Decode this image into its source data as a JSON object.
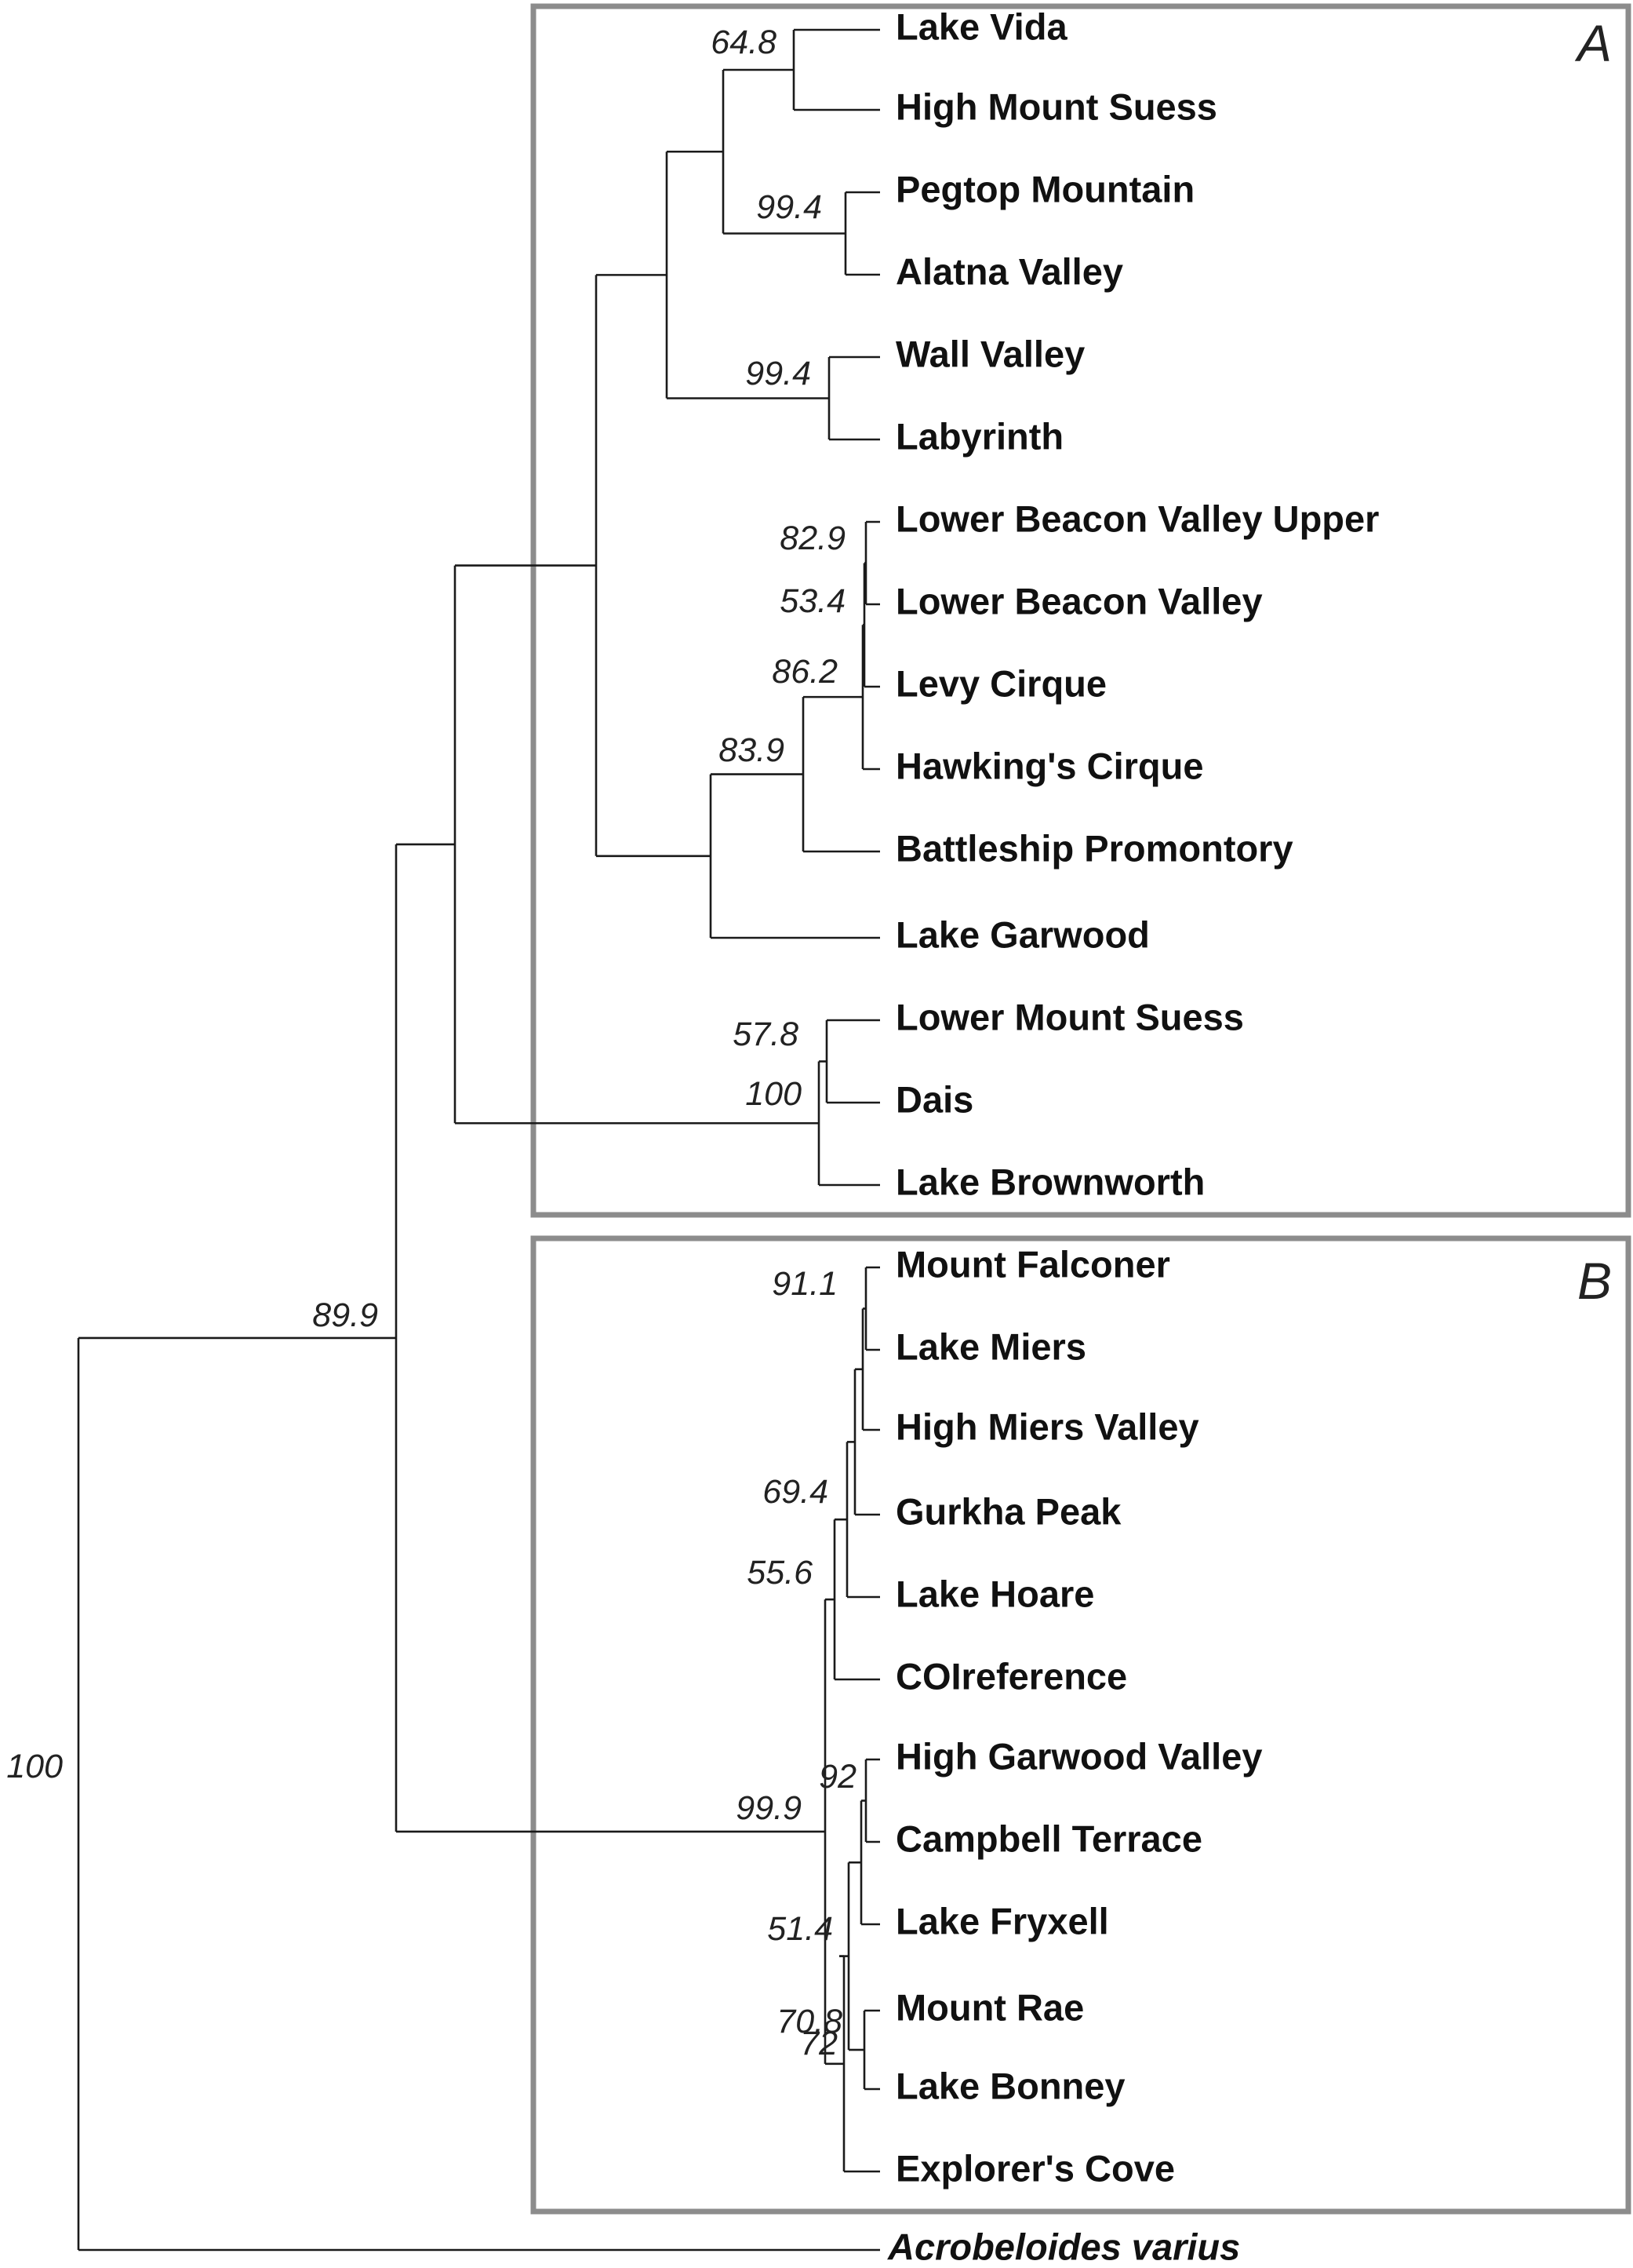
{
  "clades": [
    {
      "label": "A"
    },
    {
      "label": "B"
    }
  ],
  "taxa": [
    "Lake Vida",
    "High Mount Suess",
    "Pegtop Mountain",
    "Alatna Valley",
    "Wall Valley",
    "Labyrinth",
    "Lower Beacon Valley Upper",
    "Lower Beacon Valley",
    "Levy Cirque",
    "Hawking's Cirque",
    "Battleship Promontory",
    "Lake Garwood",
    "Lower Mount Suess",
    "Dais",
    "Lake Brownworth",
    "Mount Falconer",
    "Lake Miers",
    "High Miers Valley",
    "Gurkha Peak",
    "Lake Hoare",
    "COIreference",
    "High Garwood Valley",
    "Campbell Terrace",
    "Lake Fryxell",
    "Mount Rae",
    "Lake Bonney",
    "Explorer's Cove"
  ],
  "outgroup": "Acrobeloides varius",
  "support_values": [
    "64.8",
    "99.4",
    "99.4",
    "82.9",
    "53.4",
    "86.2",
    "83.9",
    "57.8",
    "100",
    "89.9",
    "91.1",
    "69.4",
    "55.6",
    "99.9",
    "92",
    "51.4",
    "70.8",
    "72",
    "100"
  ]
}
